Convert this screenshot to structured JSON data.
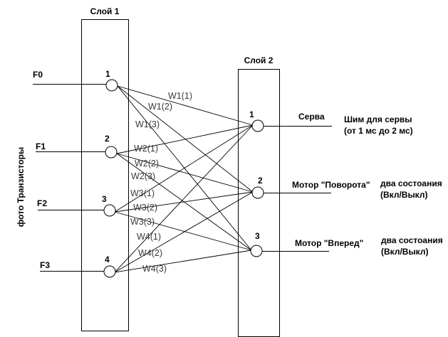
{
  "layers": [
    {
      "title": "Слой 1",
      "nodes": [
        "1",
        "2",
        "3",
        "4"
      ]
    },
    {
      "title": "Слой 2",
      "nodes": [
        "1",
        "2",
        "3"
      ]
    }
  ],
  "inputs_group_label": "фото Транзисторы",
  "inputs": [
    "F0",
    "F1",
    "F2",
    "F3"
  ],
  "weights": [
    [
      "W1(1)",
      "W1(2)",
      "W1(3)"
    ],
    [
      "W2(1)",
      "W2(2)",
      "W2(3)"
    ],
    [
      "W3(1)",
      "W3(2)",
      "W3(3)"
    ],
    [
      "W4(1)",
      "W4(2)",
      "W4(3)"
    ]
  ],
  "outputs": [
    {
      "name": "Серва",
      "description_line1": "Шим для сервы",
      "description_line2": "(от 1 мс до 2 мс)"
    },
    {
      "name": "Мотор \"Поворота\"",
      "description_line1": "два состоания",
      "description_line2": "(Вкл/Выкл)"
    },
    {
      "name": "Мотор \"Вперед\"",
      "description_line1": "два состоания",
      "description_line2": "(Вкл/Выкл)"
    }
  ]
}
